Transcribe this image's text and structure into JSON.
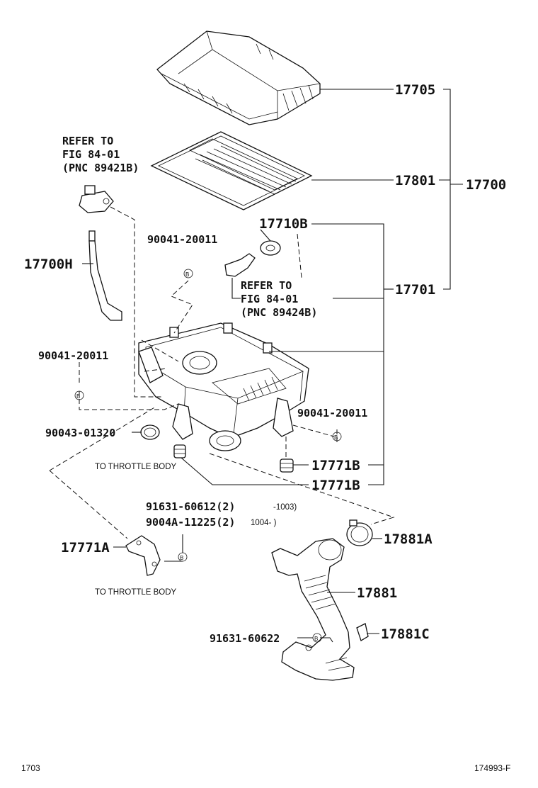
{
  "labels": {
    "p17705": "17705",
    "p17801": "17801",
    "p17700": "17700",
    "p17701": "17701",
    "p17710B": "17710B",
    "p17700H": "17700H",
    "p17771B_a": "17771B",
    "p17771B_b": "17771B",
    "p17771A": "17771A",
    "p17881A": "17881A",
    "p17881": "17881",
    "p17881C": "17881C",
    "p90041_1": "90041-20011",
    "p90041_2": "90041-20011",
    "p90041_3": "90041-20011",
    "p90043": "90043-01320",
    "p91631_a": "91631-60612(2)",
    "p91631_a_range": "-1003)",
    "p9004A": "9004A-11225(2)",
    "p9004A_range": "1004-     )",
    "p91631_b": "91631-60622"
  },
  "refs": {
    "ref1_line1": "REFER TO",
    "ref1_line2": "FIG 84-01",
    "ref1_line3": "(PNC 89421B)",
    "ref2_line1": "REFER TO",
    "ref2_line2": "FIG 84-01",
    "ref2_line3": "(PNC 89424B)"
  },
  "notes": {
    "throttle1": "TO THROTTLE BODY",
    "throttle2": "TO THROTTLE BODY"
  },
  "marker_letter": "B",
  "footer": {
    "left": "1703",
    "right": "174993-F"
  }
}
